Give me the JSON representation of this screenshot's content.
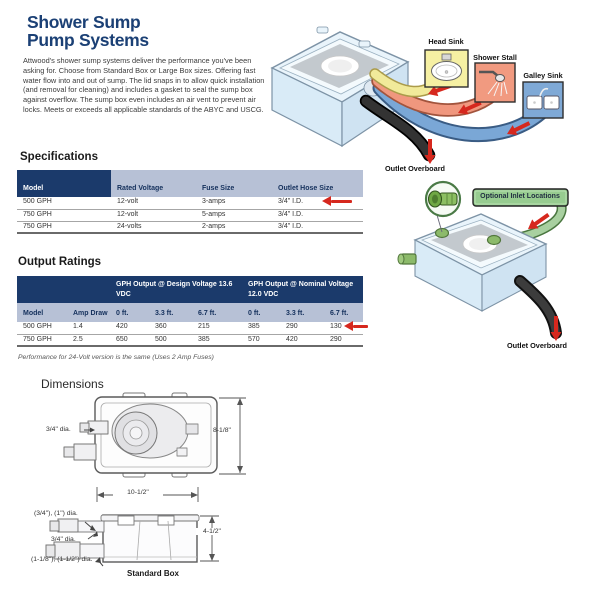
{
  "header": {
    "title_line1": "Shower Sump",
    "title_line2": "Pump Systems",
    "intro": "Attwood's shower sump systems deliver the performance you've been asking for. Choose from Standard Box or Large Box sizes. Offering fast water flow into and out of sump. The lid snaps in to allow quick installation (and removal for cleaning) and includes a gasket to seal the sump box against overflow. The sump box even includes an air vent to prevent air locks. Meets or exceeds all applicable standards of the ABYC and USCG."
  },
  "specifications": {
    "heading": "Specifications",
    "columns": [
      "Model",
      "Rated Voltage",
      "Fuse Size",
      "Outlet Hose Size"
    ],
    "rows": [
      [
        "500 GPH",
        "12-volt",
        "3-amps",
        "3/4\" I.D."
      ],
      [
        "750 GPH",
        "12-volt",
        "5-amps",
        "3/4\" I.D."
      ],
      [
        "750 GPH",
        "24-volts",
        "2-amps",
        "3/4\" I.D."
      ]
    ]
  },
  "output_ratings": {
    "heading": "Output Ratings",
    "group1": "GPH Output @ Design Voltage 13.6 VDC",
    "group2": "GPH Output @ Nominal Voltage 12.0 VDC",
    "columns": [
      "Model",
      "Amp Draw",
      "0 ft.",
      "3.3 ft.",
      "6.7 ft.",
      "0 ft.",
      "3.3 ft.",
      "6.7 ft."
    ],
    "rows": [
      [
        "500 GPH",
        "1.4",
        "420",
        "360",
        "215",
        "385",
        "290",
        "130"
      ],
      [
        "750 GPH",
        "2.5",
        "650",
        "500",
        "385",
        "570",
        "420",
        "290"
      ]
    ],
    "footnote": "Performance for 24-Volt version is the same (Uses 2 Amp Fuses)"
  },
  "plumbing_diagram": {
    "head_sink": "Head Sink",
    "shower_stall": "Shower Stall",
    "galley_sink": "Galley Sink",
    "outlet_overboard": "Outlet Overboard"
  },
  "inlet_diagram": {
    "optional_inlet_locations": "Optional Inlet Locations",
    "outlet_overboard": "Outlet Overboard"
  },
  "dimensions": {
    "heading": "Dimensions",
    "caption": "Standard Box",
    "top_view_dia": "3/4\" dia.",
    "height": "8-1/8\"",
    "width": "10-1/2\"",
    "upper_inlet_dia": "(3/4\"), (1\") dia.",
    "mid_inlet_dia": "3/4\" dia.",
    "outlet_dia": "(1-1/8\"), (1-1/2\") dia.",
    "side_height": "4-1/2\""
  },
  "colors": {
    "title_blue": "#1b4075",
    "table_navy": "#1b3a6b",
    "table_light_blue": "#b7c1d6",
    "arrow_red": "#d6281e",
    "hose_yellow": "#f1ea9a",
    "hose_salmon": "#f0977e",
    "hose_blue": "#7aa7d6",
    "green_label": "#97cc90",
    "sump_box_blue": "#d9ebf7"
  }
}
